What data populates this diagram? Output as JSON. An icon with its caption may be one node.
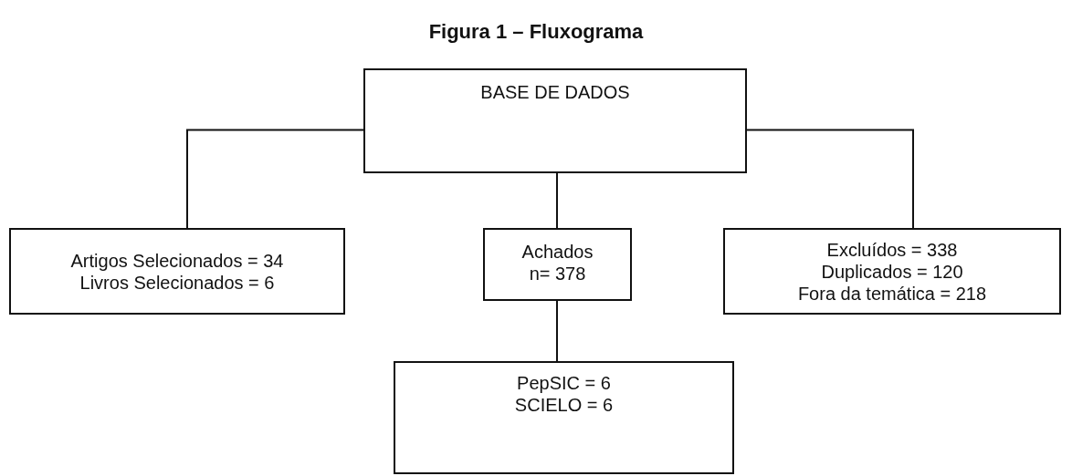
{
  "diagram": {
    "title": "Figura 1 – Fluxograma",
    "nodes": [
      {
        "text": [
          "BASE DE DADOS"
        ]
      },
      {
        "text": [
          "Artigos Selecionados = 34",
          "Livros Selecionados = 6"
        ]
      },
      {
        "text": [
          "Achados",
          "n= 378"
        ]
      },
      {
        "text": [
          "Excluídos = 338",
          "Duplicados = 120",
          "Fora da temática = 218"
        ]
      },
      {
        "text": [
          "PepSIC = 6",
          "SCIELO = 6"
        ]
      }
    ],
    "edges": [
      {
        "from": 0,
        "to": 1,
        "arrow": "none"
      },
      {
        "from": 0,
        "to": 2,
        "arrow": "none"
      },
      {
        "from": 0,
        "to": 3,
        "arrow": "none"
      },
      {
        "from": 2,
        "to": 4,
        "arrow": "none"
      }
    ]
  }
}
